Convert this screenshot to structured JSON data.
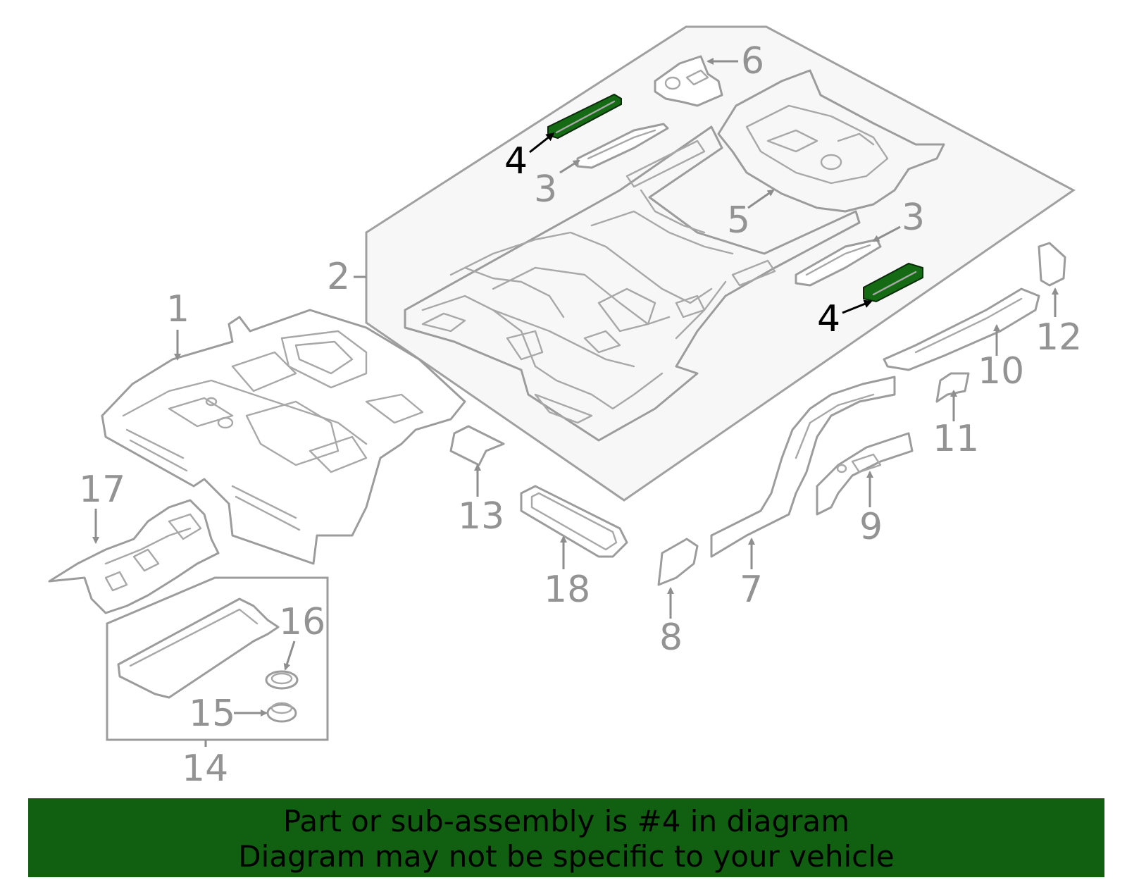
{
  "diagram": {
    "callouts": {
      "c1": "1",
      "c2": "2",
      "c3a": "3",
      "c3b": "3",
      "c4a": "4",
      "c4b": "4",
      "c5": "5",
      "c6": "6",
      "c7": "7",
      "c8": "8",
      "c9": "9",
      "c10": "10",
      "c11": "11",
      "c12": "12",
      "c13": "13",
      "c14": "14",
      "c15": "15",
      "c16": "16",
      "c17": "17",
      "c18": "18"
    },
    "highlight_part": "4",
    "colors": {
      "highlight_fill": "#146b14",
      "line_gray": "#9c9c9c",
      "label_gray": "#939393",
      "banner_bg": "#116011"
    }
  },
  "banner": {
    "line1": "Part or sub-assembly is #4 in diagram",
    "line2": "Diagram may not be specific to your vehicle"
  }
}
